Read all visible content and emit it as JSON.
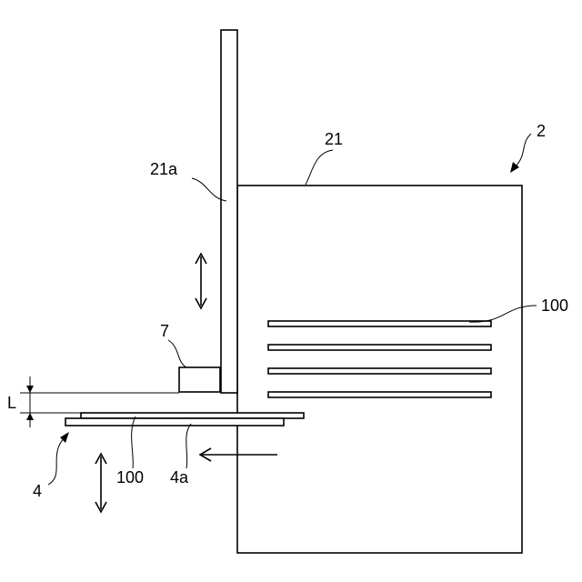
{
  "labels": {
    "housing": "2",
    "housing_wall": "21",
    "door": "21a",
    "sensor": "7",
    "wafers_in_housing": "100",
    "gap": "L",
    "hand": "4",
    "wafer_on_hand": "100",
    "hand_surface": "4a"
  },
  "colors": {
    "stroke": "#000000",
    "background": "#ffffff"
  }
}
